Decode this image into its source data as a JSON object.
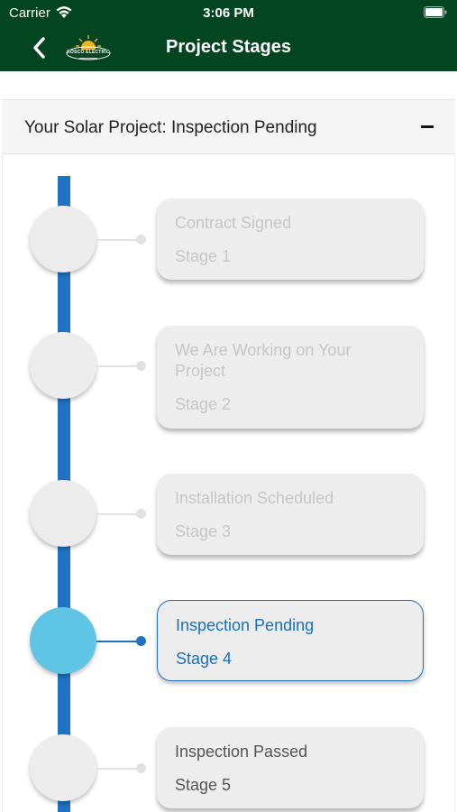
{
  "status_bar": {
    "carrier": "Carrier",
    "time": "3:06 PM"
  },
  "nav": {
    "title": "Project Stages",
    "logo_text": "ROSCO ELECTRIC"
  },
  "section": {
    "title": "Your Solar Project: Inspection Pending"
  },
  "stages": [
    {
      "name": "Contract Signed",
      "stage": "Stage 1",
      "state": "completed"
    },
    {
      "name": "We Are Working on Your Project",
      "stage": "Stage 2",
      "state": "completed"
    },
    {
      "name": "Installation Scheduled",
      "stage": "Stage 3",
      "state": "completed"
    },
    {
      "name": "Inspection Pending",
      "stage": "Stage 4",
      "state": "current"
    },
    {
      "name": "Inspection Passed",
      "stage": "Stage 5",
      "state": "upcoming"
    }
  ],
  "colors": {
    "header": "#034521",
    "timeline": "#1f73c4",
    "active_node": "#5ec5e5",
    "active_text": "#1a6fbc"
  }
}
